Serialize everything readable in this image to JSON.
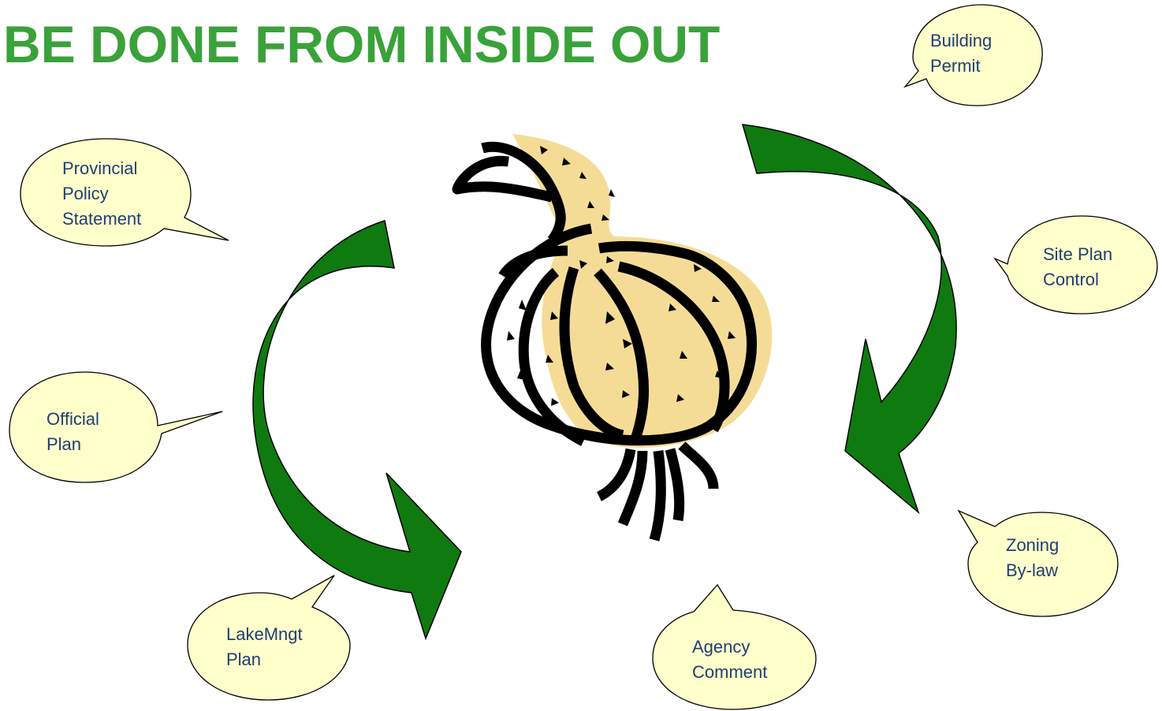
{
  "title": "BE DONE FROM INSIDE OUT",
  "colors": {
    "title": "#3aa23a",
    "arrow_fill": "#0f7a0f",
    "arrow_dark": "#0a5c0a",
    "bubble_fill": "#ffffcc",
    "bubble_text": "#1f3f73",
    "onion_fill": "#f5dc96",
    "onion_stroke": "#000000"
  },
  "center_image": "onion-icon",
  "callouts": [
    {
      "id": "building-permit",
      "lines": [
        "Building",
        "Permit"
      ]
    },
    {
      "id": "provincial-policy-statement",
      "lines": [
        "Provincial",
        "Policy",
        "Statement"
      ]
    },
    {
      "id": "site-plan-control",
      "lines": [
        "Site Plan",
        "Control"
      ]
    },
    {
      "id": "official-plan",
      "lines": [
        "Official",
        "Plan"
      ]
    },
    {
      "id": "zoning-by-law",
      "lines": [
        "Zoning",
        "By-law"
      ]
    },
    {
      "id": "lakemngt-plan",
      "lines": [
        "LakeMngt",
        "Plan"
      ]
    },
    {
      "id": "agency-comment",
      "lines": [
        "Agency",
        "Comment"
      ]
    }
  ]
}
